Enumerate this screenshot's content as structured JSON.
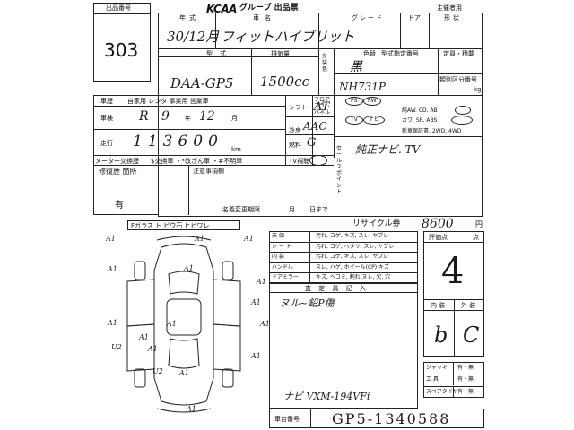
{
  "header": {
    "lot_label": "出品番号",
    "lot_number": "303",
    "brand": "KCAA",
    "title": "グループ 出品票",
    "organizer": "主催者用"
  },
  "row_labels": {
    "year": "年式",
    "name": "車名",
    "grade": "グレード",
    "doors": "ドア",
    "shape": "形状",
    "model": "型式",
    "displacement": "排気量",
    "exterior": "外装色",
    "color_label": "色替",
    "color_code_label": "型式指定番号",
    "capacity_label": "定員・積載",
    "class_label": "類別区分番号",
    "kg": "kg",
    "reg_label": "車歴",
    "reg_options": "自家用 レンタ 事業用 営業車",
    "inspection": "車検",
    "mileage": "走行",
    "km": "km",
    "meter": "メーター交換歴",
    "meter_options": "$交換車 ・*改ざん車 ・#不明車",
    "repair": "修復歴 箇所",
    "repair_has": "有",
    "note_label": "注意事項欄",
    "name_change": "名義変更期限",
    "month": "月",
    "day": "日まで",
    "shift": "シフト",
    "shift_opts": "フロア\nコラム\nパネル",
    "ac": "冷房",
    "fuel": "燃料",
    "tv": "TV視聴",
    "sales_point": "セールスポイント",
    "equip_row2": "純AW. CD. AB",
    "equip_row3": "カワ. SR. ABS",
    "equip_row4": "新車保証書, 2WD. 4WD"
  },
  "values": {
    "year": "30/12月",
    "name": "フィットハイブリット",
    "model": "DAA-GP5",
    "displacement": "1500cc",
    "color": "黒",
    "color_code": "NH731P",
    "reg_era": "R",
    "inspection_year": "9",
    "inspection_month": "12",
    "mileage": "113600",
    "shift": "AT",
    "ac": "AAC",
    "fuel": "G",
    "sales_point": "純正ナビ. TV",
    "recycle_fee": "8600",
    "chassis_number": "GP5-1340588",
    "navi_model": "ナビ VXM-194VFi",
    "inspector_note": "ヌル~鉛P傷",
    "score_total": "4",
    "score_interior": "b",
    "score_exterior": "C"
  },
  "equipment_options": [
    "PS",
    "PW",
    "TV",
    "ナビ"
  ],
  "glass_row": "Fガラス  ト ビウ石  ヒビワレ",
  "recycle": {
    "label": "リサイクル券",
    "yen": "円"
  },
  "condition_table": [
    {
      "label": "天 価",
      "items": "汚れ, コゲ, キズ, スレ, ヤブレ"
    },
    {
      "label": "シ ー ト",
      "items": "汚れ, コゲ, ヘタリ, スレ, ヤブレ"
    },
    {
      "label": "内 装",
      "items": "汚れ, コゲ, キズ, スレ, ヤブレ"
    },
    {
      "label": "ハンドル",
      "items": "スレ, ハゲ, ホイール(CP)  キズ"
    },
    {
      "label": "ドアミラー",
      "items": "キズ, ヘコミ, 割れ   ヌレ, 欠, 穴"
    }
  ],
  "inspector_label": "査 定 員 記 入",
  "score": {
    "label": "評価点",
    "point": "点",
    "interior": "内 装",
    "exterior": "外 装"
  },
  "accessories": [
    {
      "name": "ジャッキ",
      "value": "有・無"
    },
    {
      "name": "工 具",
      "value": "有・無"
    },
    {
      "name": "スペアタイヤ",
      "value": "有・無"
    }
  ],
  "chassis_label": "車台番号",
  "marks": [
    "A1",
    "A1",
    "A1",
    "A1",
    "A1",
    "A1",
    "A1",
    "A1",
    "A1",
    "A1",
    "A1",
    "A1",
    "U2",
    "U2",
    "A1",
    "A1",
    "A1"
  ]
}
